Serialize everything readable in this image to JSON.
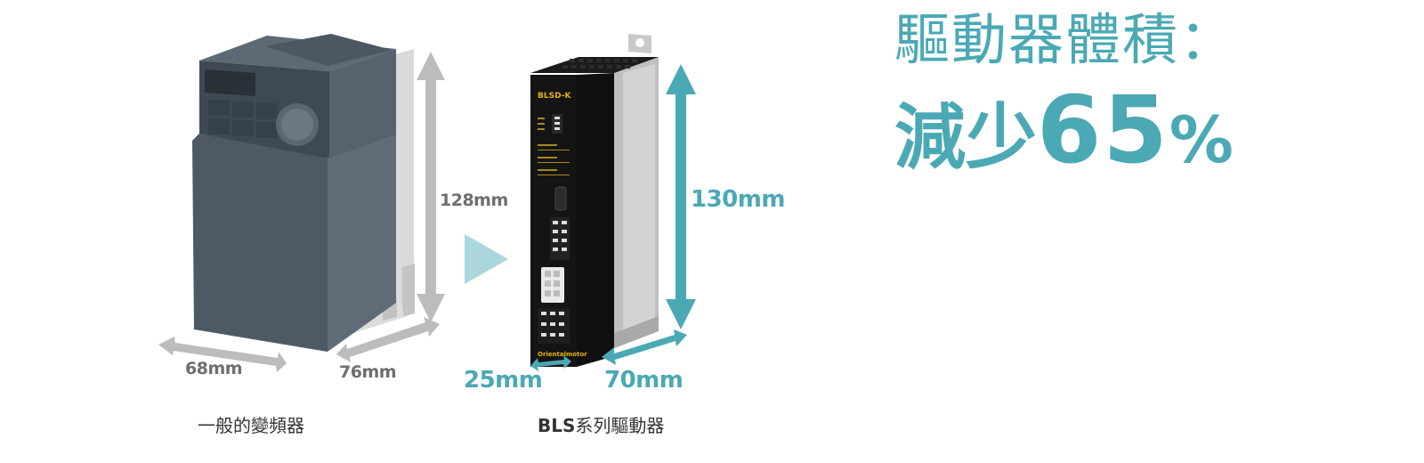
{
  "headline": {
    "title": "驅動器體積：",
    "reduction_prefix": "減少",
    "reduction_value": "65",
    "reduction_unit": "%"
  },
  "general_inverter": {
    "caption": "一般的變頻器",
    "height": "128mm",
    "width": "68mm",
    "depth": "76mm"
  },
  "bls_driver": {
    "caption_bold": "BLS",
    "caption_rest": "系列驅動器",
    "model_label": "BLSD-K",
    "brand": "Orientalmotor",
    "height": "130mm",
    "width": "25mm",
    "depth": "70mm"
  },
  "colors": {
    "accent": "#4aa9b4",
    "arrow_light": "#a9d7dc",
    "gray_arrow": "#bcbcbc",
    "inverter_body": "#4d5a66"
  }
}
